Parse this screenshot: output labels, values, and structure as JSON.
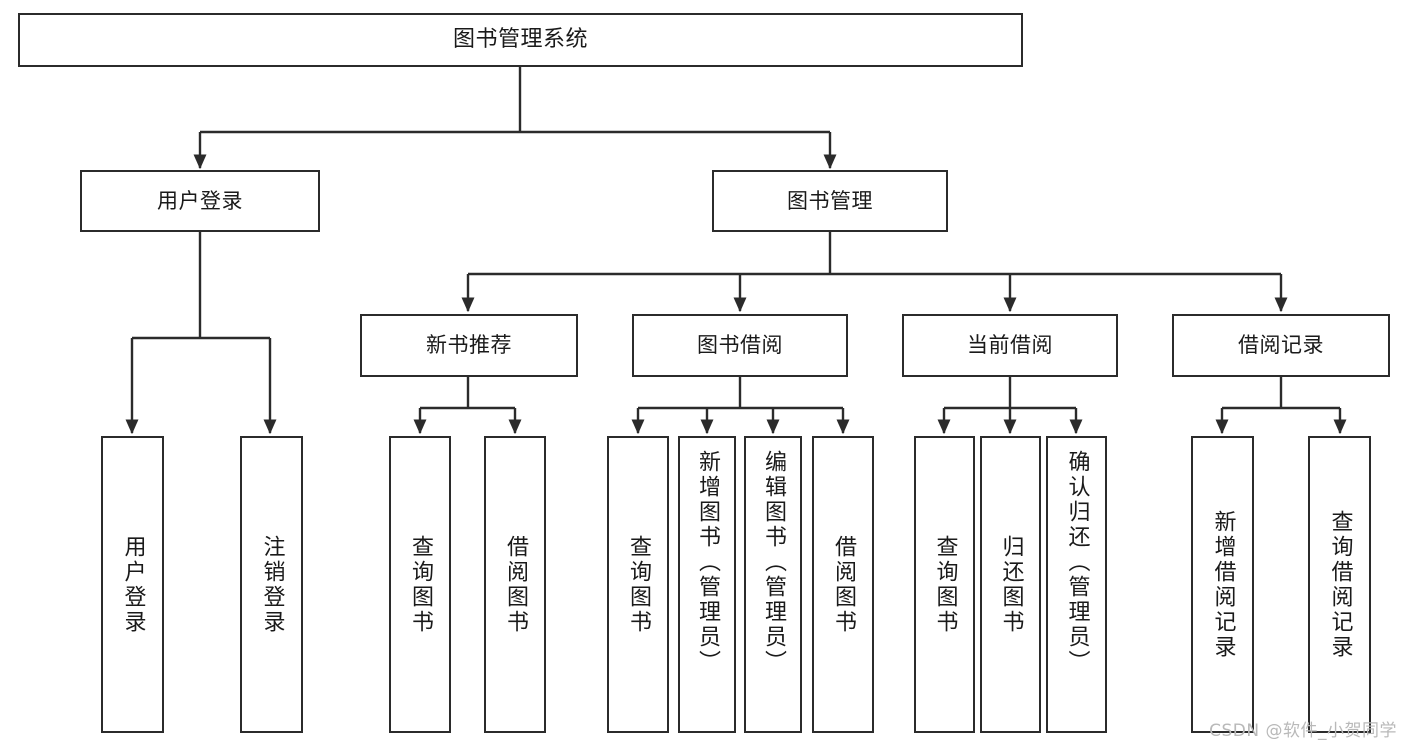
{
  "diagram": {
    "title": "图书管理系统",
    "type": "tree-hierarchy",
    "watermark": "CSDN @软件_小贺同学",
    "colors": {
      "node_border": "#2b2b2b",
      "node_fill": "#ffffff",
      "edge": "#2b2b2b",
      "text": "#1a1a1a",
      "watermark": "#b9b9b9",
      "background": "#ffffff"
    },
    "root": {
      "label": "图书管理系统"
    },
    "level1": [
      {
        "label": "用户登录"
      },
      {
        "label": "图书管理"
      }
    ],
    "level2": [
      {
        "label": "新书推荐"
      },
      {
        "label": "图书借阅"
      },
      {
        "label": "当前借阅"
      },
      {
        "label": "借阅记录"
      }
    ],
    "leaves": {
      "user_login": [
        {
          "label": "用户登录"
        },
        {
          "label": "注销登录"
        }
      ],
      "new_book_recommend": [
        {
          "label": "查询图书"
        },
        {
          "label": "借阅图书"
        }
      ],
      "book_borrow": [
        {
          "label": "查询图书"
        },
        {
          "label": "新增图书（管理员）"
        },
        {
          "label": "编辑图书（管理员）"
        },
        {
          "label": "借阅图书"
        }
      ],
      "current_borrow": [
        {
          "label": "查询图书"
        },
        {
          "label": "归还图书"
        },
        {
          "label": "确认归还（管理员）"
        }
      ],
      "borrow_record": [
        {
          "label": "新增借阅记录"
        },
        {
          "label": "查询借阅记录"
        }
      ]
    }
  }
}
